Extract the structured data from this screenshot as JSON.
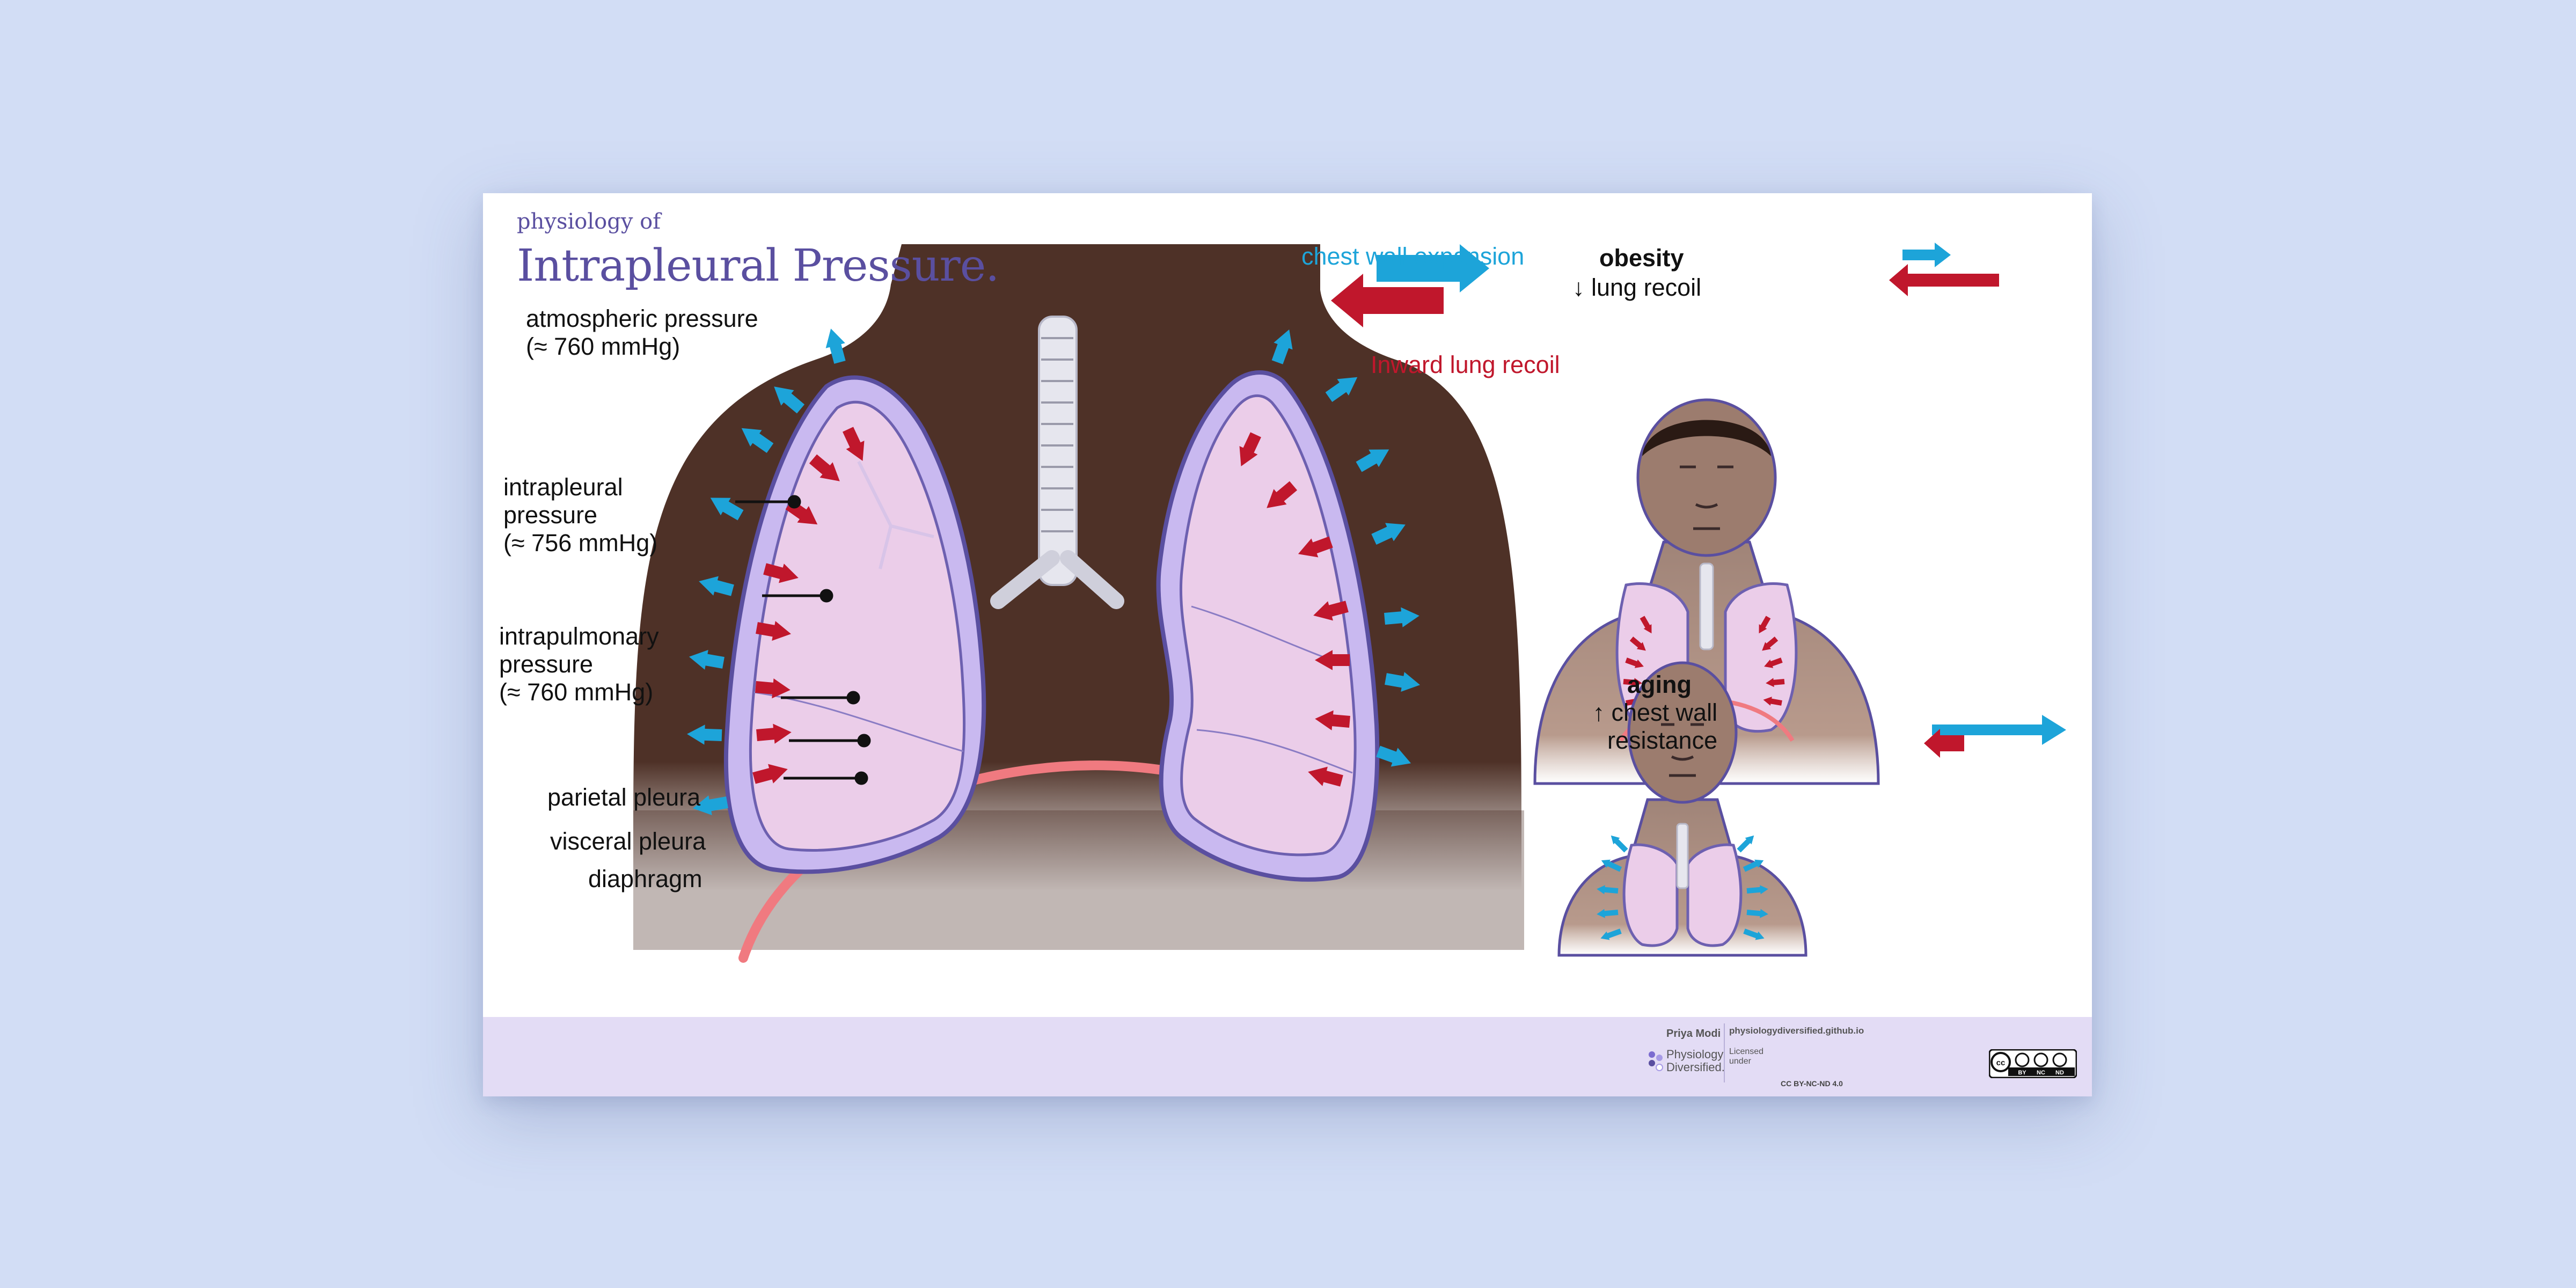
{
  "header": {
    "subtitle": "physiology of",
    "title": "Intrapleural Pressure."
  },
  "legend": {
    "chest_wall_expansion": "chest wall expansion",
    "inward_lung_recoil": "Inward lung recoil",
    "colors": {
      "expansion": "#1da4d9",
      "recoil": "#c0172c"
    }
  },
  "labels": {
    "atmospheric_1": "atmospheric pressure",
    "atmospheric_2": "(≈ 760 mmHg)",
    "intrapleural_1": "intrapleural",
    "intrapleural_2": "pressure",
    "intrapleural_3": "(≈ 756 mmHg)",
    "intrapulmonary_1": "intrapulmonary",
    "intrapulmonary_2": "pressure",
    "intrapulmonary_3": "(≈ 760 mmHg)",
    "parietal": "parietal pleura",
    "visceral": "visceral pleura",
    "diaphragm": "diaphragm"
  },
  "panels": {
    "obesity": {
      "title": "obesity",
      "effect": "↓ lung recoil"
    },
    "aging": {
      "title": "aging",
      "effect_1": "↑ chest wall",
      "effect_2": "resistance"
    }
  },
  "footer": {
    "author": "Priya Modi",
    "brand_1": "Physiology",
    "brand_2": "Diversified.",
    "site": "physiologydiversified.github.io",
    "licensed_1": "Licensed",
    "licensed_2": "under",
    "license": "CC BY-NC-ND 4.0",
    "cc_icons": [
      "cc",
      "by",
      "nc",
      "nd"
    ]
  }
}
